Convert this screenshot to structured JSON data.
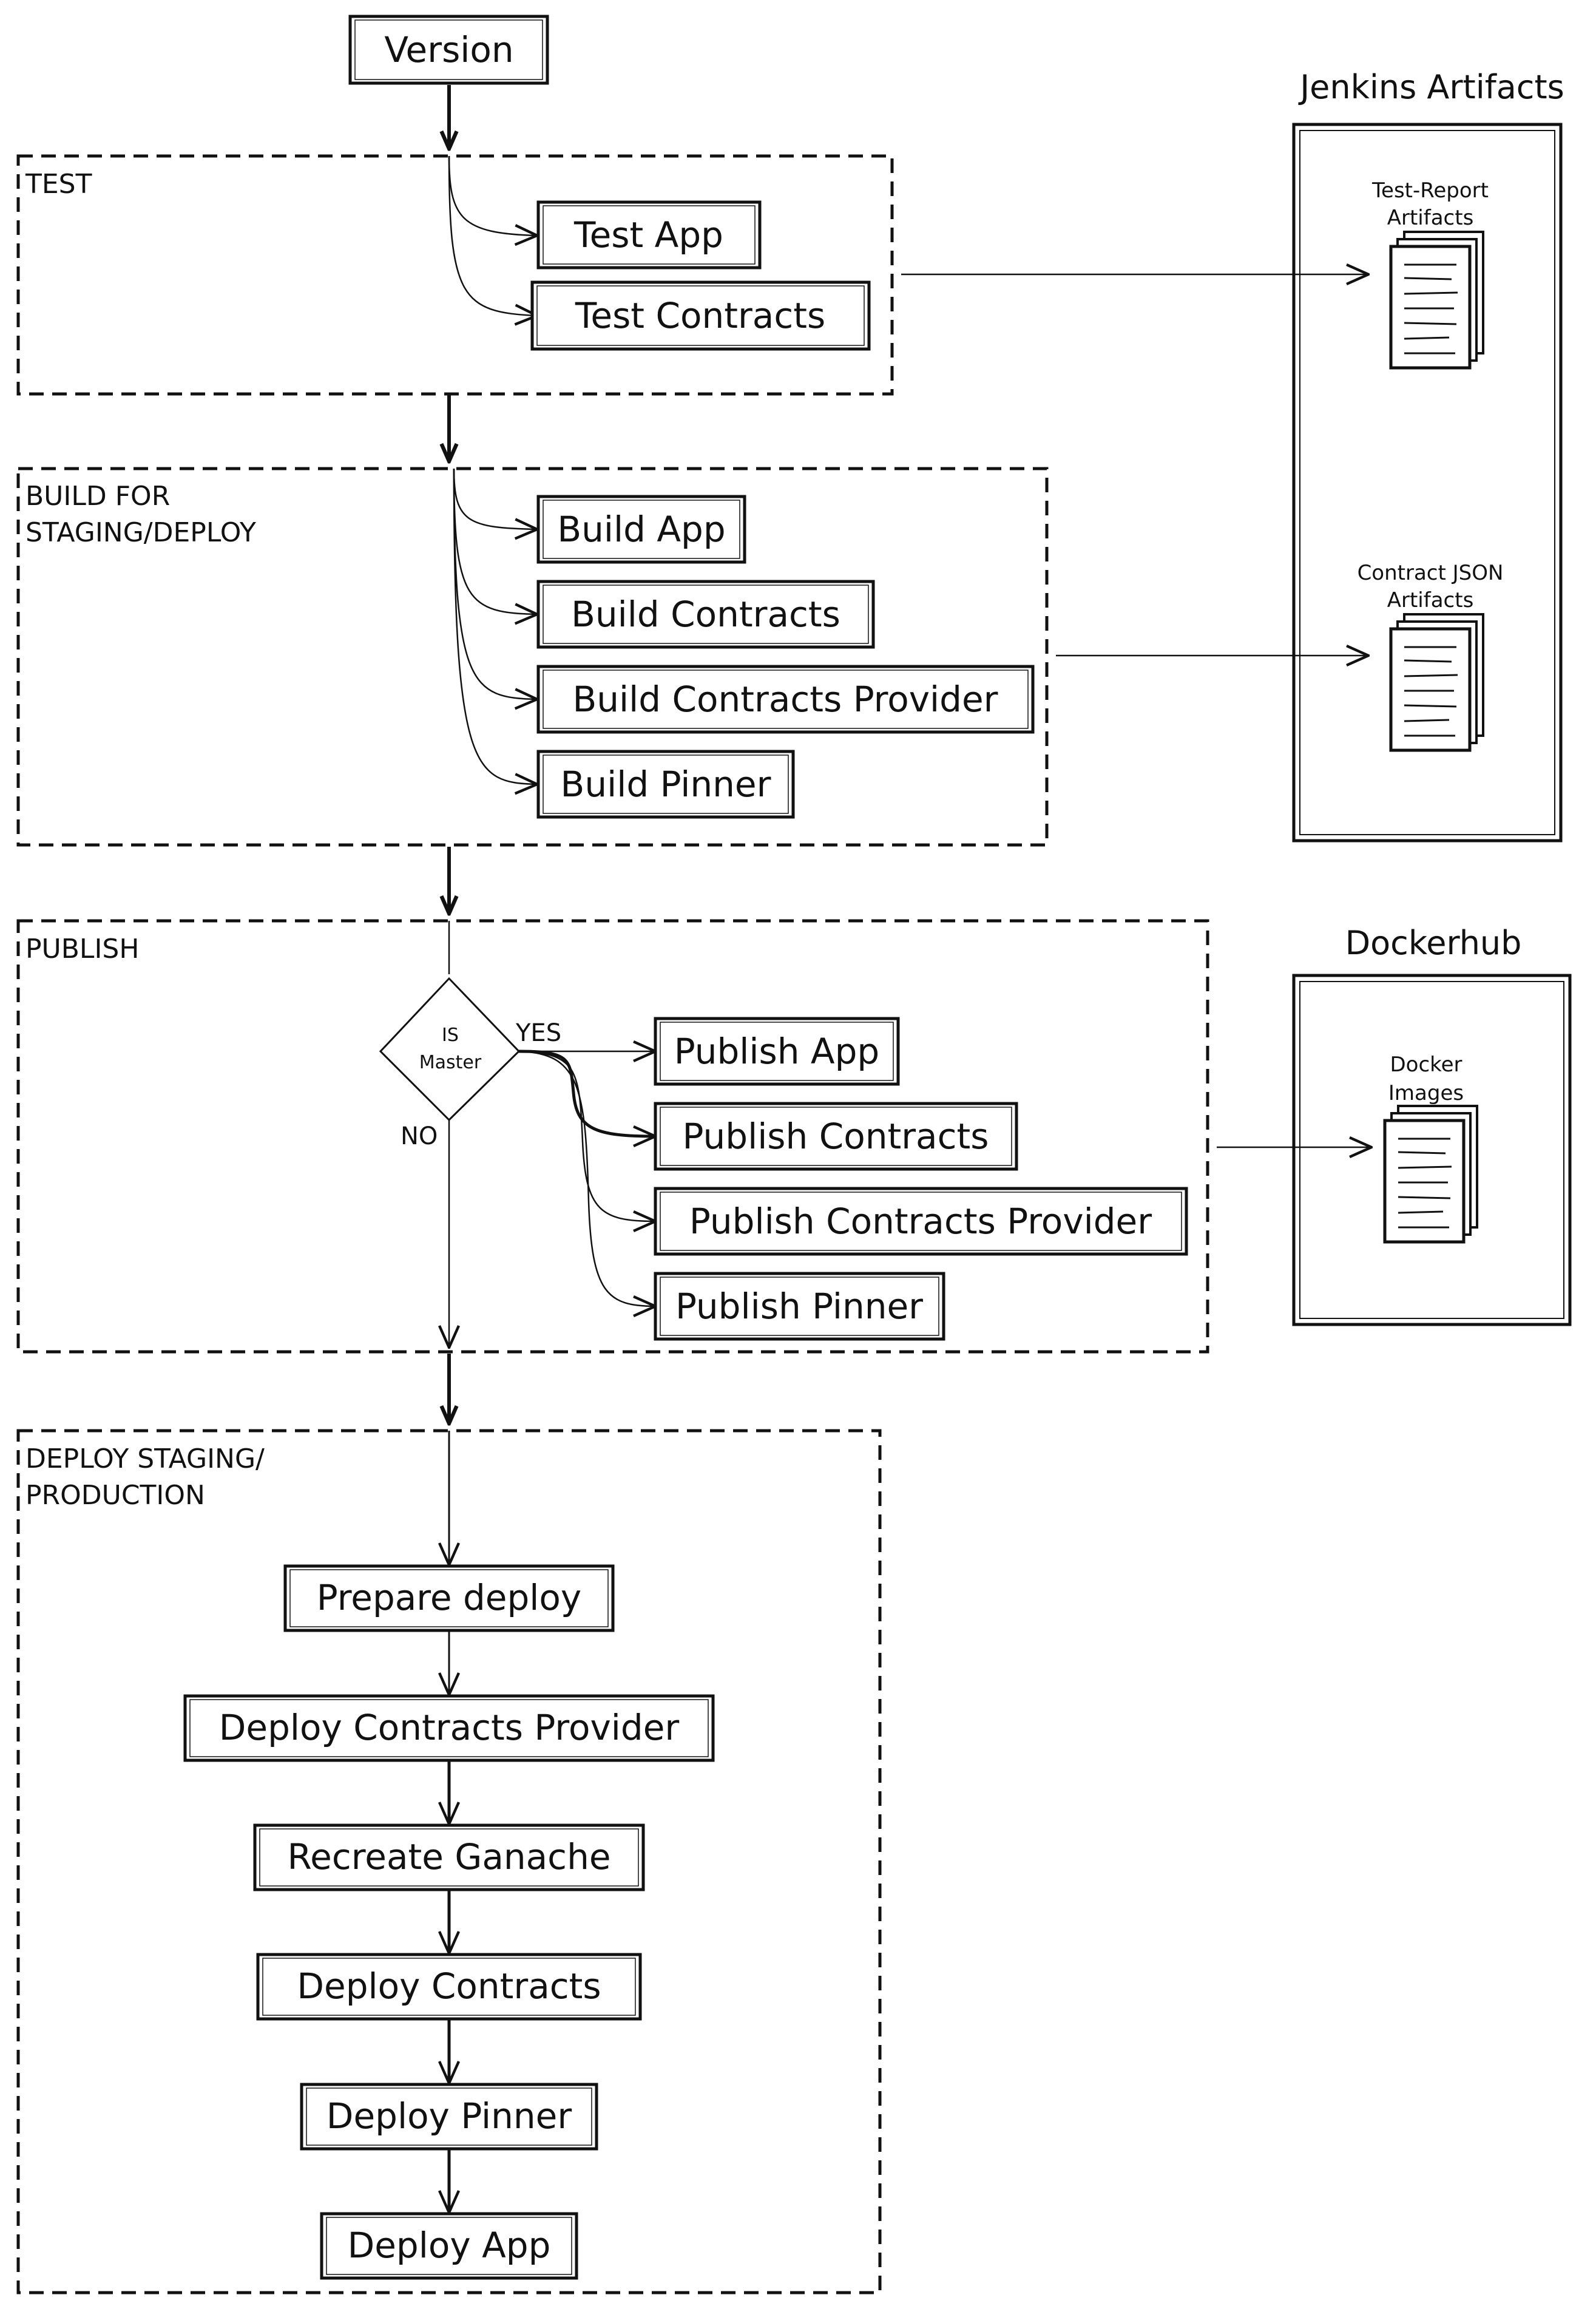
{
  "sections": {
    "test": "TEST",
    "build_line1": "BUILD FOR",
    "build_line2": "STAGING/DEPLOY",
    "publish": "PUBLISH",
    "deploy_line1": "DEPLOY STAGING/",
    "deploy_line2": "PRODUCTION"
  },
  "nodes": {
    "version": "Version",
    "test_app": "Test App",
    "test_contracts": "Test Contracts",
    "build_app": "Build App",
    "build_contracts": "Build Contracts",
    "build_contracts_provider": "Build Contracts Provider",
    "build_pinner": "Build Pinner",
    "publish_app": "Publish App",
    "publish_contracts": "Publish Contracts",
    "publish_contracts_provider": "Publish Contracts Provider",
    "publish_pinner": "Publish Pinner",
    "prepare_deploy": "Prepare deploy",
    "deploy_contracts_provider": "Deploy Contracts Provider",
    "recreate_ganache": "Recreate Ganache",
    "deploy_contracts": "Deploy Contracts",
    "deploy_pinner": "Deploy Pinner",
    "deploy_app": "Deploy App"
  },
  "decision": {
    "line1": "IS",
    "line2": "Master",
    "yes": "YES",
    "no": "NO"
  },
  "jenkins": {
    "title": "Jenkins Artifacts",
    "test_report_line1": "Test-Report",
    "test_report_line2": "Artifacts",
    "contract_json_line1": "Contract JSON",
    "contract_json_line2": "Artifacts"
  },
  "dockerhub": {
    "title": "Dockerhub",
    "images_line1": "Docker",
    "images_line2": "Images"
  }
}
